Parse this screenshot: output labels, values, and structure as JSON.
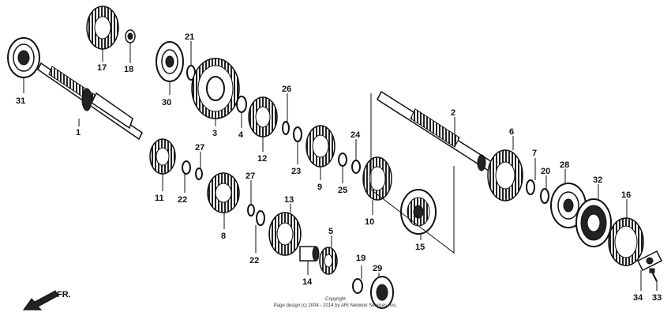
{
  "parts": [
    {
      "num": "1"
    },
    {
      "num": "2"
    },
    {
      "num": "3"
    },
    {
      "num": "4"
    },
    {
      "num": "5"
    },
    {
      "num": "6"
    },
    {
      "num": "7"
    },
    {
      "num": "8"
    },
    {
      "num": "9"
    },
    {
      "num": "10"
    },
    {
      "num": "11"
    },
    {
      "num": "12"
    },
    {
      "num": "13"
    },
    {
      "num": "14"
    },
    {
      "num": "15"
    },
    {
      "num": "16"
    },
    {
      "num": "17"
    },
    {
      "num": "18"
    },
    {
      "num": "19"
    },
    {
      "num": "20"
    },
    {
      "num": "21"
    },
    {
      "num": "22"
    },
    {
      "num": "22"
    },
    {
      "num": "23"
    },
    {
      "num": "24"
    },
    {
      "num": "25"
    },
    {
      "num": "26"
    },
    {
      "num": "27"
    },
    {
      "num": "27"
    },
    {
      "num": "28"
    },
    {
      "num": "29"
    },
    {
      "num": "30"
    },
    {
      "num": "31"
    },
    {
      "num": "32"
    },
    {
      "num": "33"
    },
    {
      "num": "34"
    }
  ],
  "copyright": {
    "line1": "Copyright",
    "line2": "Page design (c) 2004 - 2014 by ARI Network Services, Inc."
  },
  "orientation_arrow": {
    "label": "FR."
  }
}
